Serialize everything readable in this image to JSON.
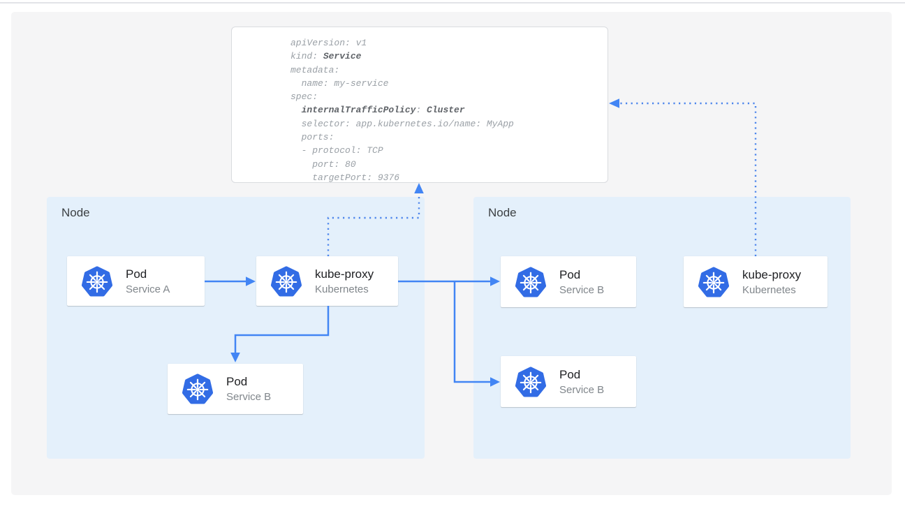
{
  "diagram": {
    "yaml_manifest": {
      "l1": "apiVersion: v1",
      "l2a": "kind: ",
      "l2b": "Service",
      "l3": "metadata:",
      "l4": "  name: my-service",
      "l5": "spec:",
      "l6a": "  ",
      "l6b": "internalTrafficPolicy",
      "l6c": ": ",
      "l6d": "Cluster",
      "l7": "  selector: app.kubernetes.io/name: MyApp",
      "l8": "  ports:",
      "l9": "  - protocol: TCP",
      "l10": "    port: 80",
      "l11": "    targetPort: 9376"
    },
    "nodes": [
      {
        "label": "Node",
        "cards": [
          {
            "icon": "kubernetes",
            "title": "Pod",
            "subtitle": "Service A"
          },
          {
            "icon": "kubernetes",
            "title": "kube-proxy",
            "subtitle": "Kubernetes"
          },
          {
            "icon": "kubernetes",
            "title": "Pod",
            "subtitle": "Service B"
          }
        ]
      },
      {
        "label": "Node",
        "cards": [
          {
            "icon": "kubernetes",
            "title": "Pod",
            "subtitle": "Service B"
          },
          {
            "icon": "kubernetes",
            "title": "kube-proxy",
            "subtitle": "Kubernetes"
          },
          {
            "icon": "kubernetes",
            "title": "Pod",
            "subtitle": "Service B"
          }
        ]
      }
    ],
    "colors": {
      "kubernetes_blue": "#326ce5",
      "arrow_blue": "#4285f4",
      "node_background": "#e4f0fb",
      "panel_background": "#f5f5f6"
    }
  }
}
